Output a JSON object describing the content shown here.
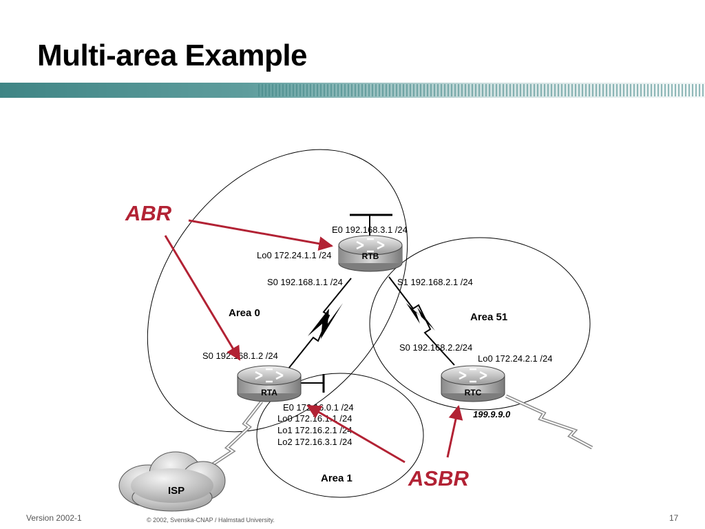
{
  "slide": {
    "title": "Multi-area Example",
    "footer_version": "Version 2002-1",
    "footer_copyright": "© 2002, Svenska-CNAP / Halmstad University.",
    "page_number": "17"
  },
  "colors": {
    "band": "#4c8f8f",
    "callout": "#b22234"
  },
  "callouts": {
    "abr": "ABR",
    "asbr": "ASBR"
  },
  "areas": {
    "area0": "Area 0",
    "area1": "Area 1",
    "area51": "Area 51"
  },
  "routers": {
    "rta": {
      "name": "RTA",
      "icon": "router-icon"
    },
    "rtb": {
      "name": "RTB",
      "icon": "router-icon"
    },
    "rtc": {
      "name": "RTC",
      "icon": "router-icon"
    }
  },
  "interfaces": {
    "rtb_e0": "E0 192.168.3.1 /24",
    "rtb_lo0": "Lo0 172.24.1.1 /24",
    "rtb_s0": "S0 192.168.1.1 /24",
    "rtb_s1": "S1 192.168.2.1 /24",
    "rta_s0": "S0 192.168.1.2 /24",
    "rta_e0": "E0 172.16.0.1 /24",
    "rta_lo0": "Lo0 172.16.1.1 /24",
    "rta_lo1": "Lo1 172.16.2.1 /24",
    "rta_lo2": "Lo2 172.16.3.1 /24",
    "rtc_s0": "S0 192.168.2.2/24",
    "rtc_lo0": "Lo0 172.24.2.1 /24"
  },
  "external": {
    "network": "199.9.9.0",
    "isp": "ISP",
    "isp_icon": "cloud-icon"
  }
}
